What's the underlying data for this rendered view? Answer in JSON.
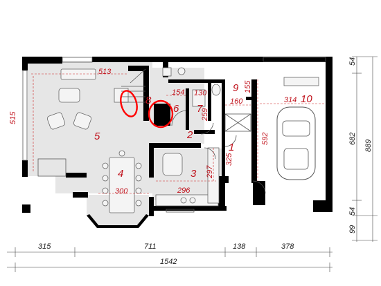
{
  "rooms": {
    "r1": "1",
    "r2": "2",
    "r3": "3",
    "r4": "4",
    "r5": "5",
    "r6": "6",
    "r7": "7",
    "r8": "8",
    "r9": "9",
    "r10": "10"
  },
  "room_dims": {
    "d513": "513",
    "d515": "515",
    "d154": "154",
    "d130": "130",
    "d155": "155",
    "d160": "160",
    "d314": "314",
    "d259": "259",
    "d592": "592",
    "d325": "325",
    "d297": "297",
    "d300": "300",
    "d296": "296"
  },
  "overall_dims": {
    "bottom_315": "315",
    "bottom_711": "711",
    "bottom_138": "138",
    "bottom_378": "378",
    "bottom_total": "1542",
    "right_54_top": "54",
    "right_682": "682",
    "right_889": "889",
    "right_54_bottom": "54",
    "right_99": "99"
  },
  "colors": {
    "room_labels": "#c0101a",
    "markers": "#ff0000",
    "walls": "#000000"
  }
}
